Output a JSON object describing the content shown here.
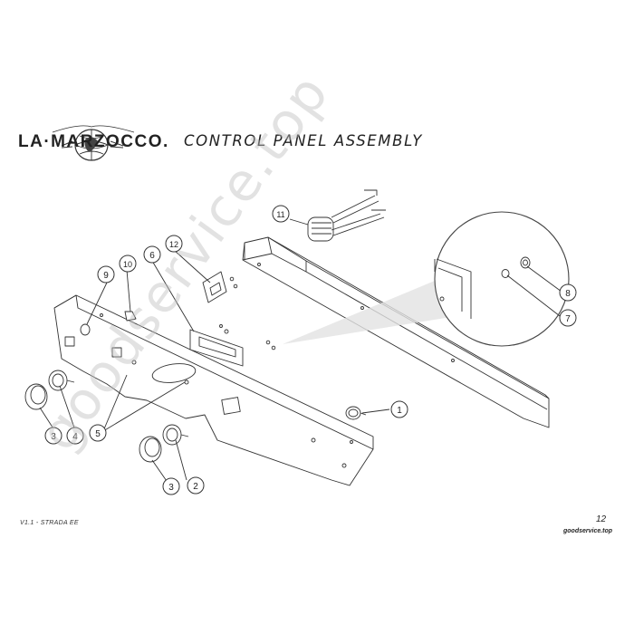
{
  "header": {
    "logo_text": "LA·MARZOCCO.",
    "title": "CONTROL PANEL ASSEMBLY"
  },
  "callouts": [
    "1",
    "2",
    "3",
    "3",
    "4",
    "5",
    "6",
    "7",
    "8",
    "9",
    "10",
    "11",
    "12"
  ],
  "footer": {
    "version": "V1.1 - STRADA EE",
    "page_number": "12",
    "website": "goodservice.top"
  },
  "watermark": "goodservice.top",
  "colors": {
    "line": "#333333",
    "text": "#222222",
    "watermark": "#bfbfbf",
    "shadow": "#dcdcdc"
  }
}
